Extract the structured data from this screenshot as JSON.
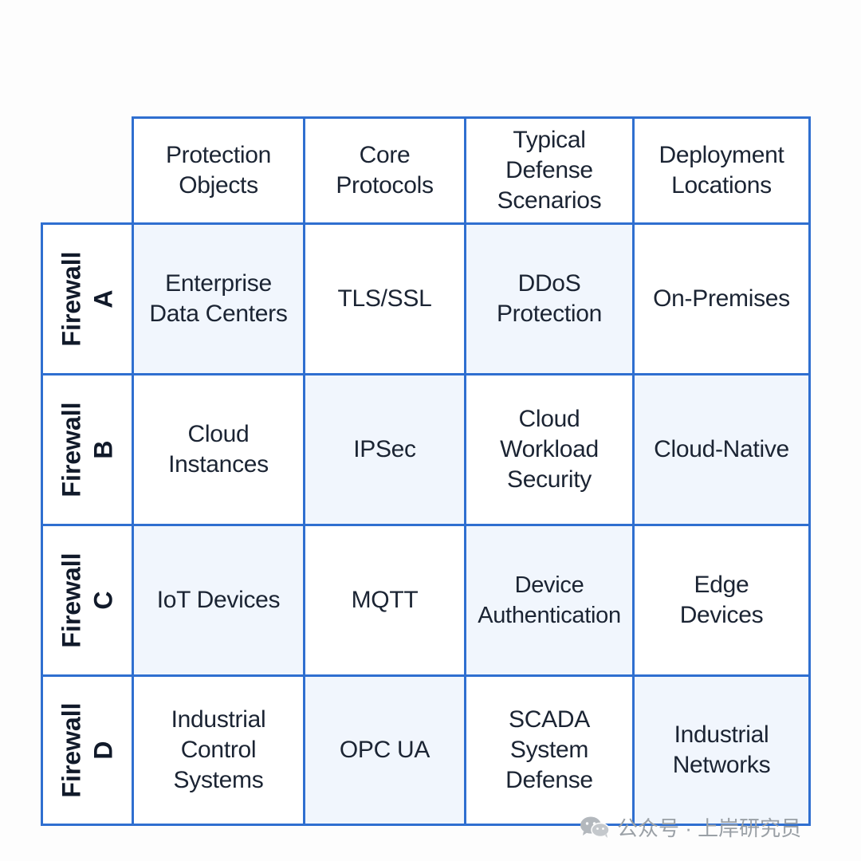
{
  "table": {
    "columns": [
      "Protection\nObjects",
      "Core\nProtocols",
      "Typical\nDefense\nScenarios",
      "Deployment\nLocations"
    ],
    "rows": [
      {
        "label": "Firewall\nA",
        "cells": [
          "Enterprise\nData Centers",
          "TLS/SSL",
          "DDoS\nProtection",
          "On-Premises"
        ]
      },
      {
        "label": "Firewall\nB",
        "cells": [
          "Cloud\nInstances",
          "IPSec",
          "Cloud\nWorkload\nSecurity",
          "Cloud-Native"
        ]
      },
      {
        "label": "Firewall\nC",
        "cells": [
          "IoT Devices",
          "MQTT",
          "Device\nAuthentication",
          "Edge\nDevices"
        ]
      },
      {
        "label": "Firewall\nD",
        "cells": [
          "Industrial\nControl\nSystems",
          "OPC UA",
          "SCADA\nSystem\nDefense",
          "Industrial\nNetworks"
        ]
      }
    ]
  },
  "watermark": {
    "text": "公众号 · 上岸研究员",
    "icon": "wechat-icon"
  },
  "colors": {
    "border": "#2f6fd0",
    "tint": "#f1f6fd",
    "text": "#1b2433"
  }
}
